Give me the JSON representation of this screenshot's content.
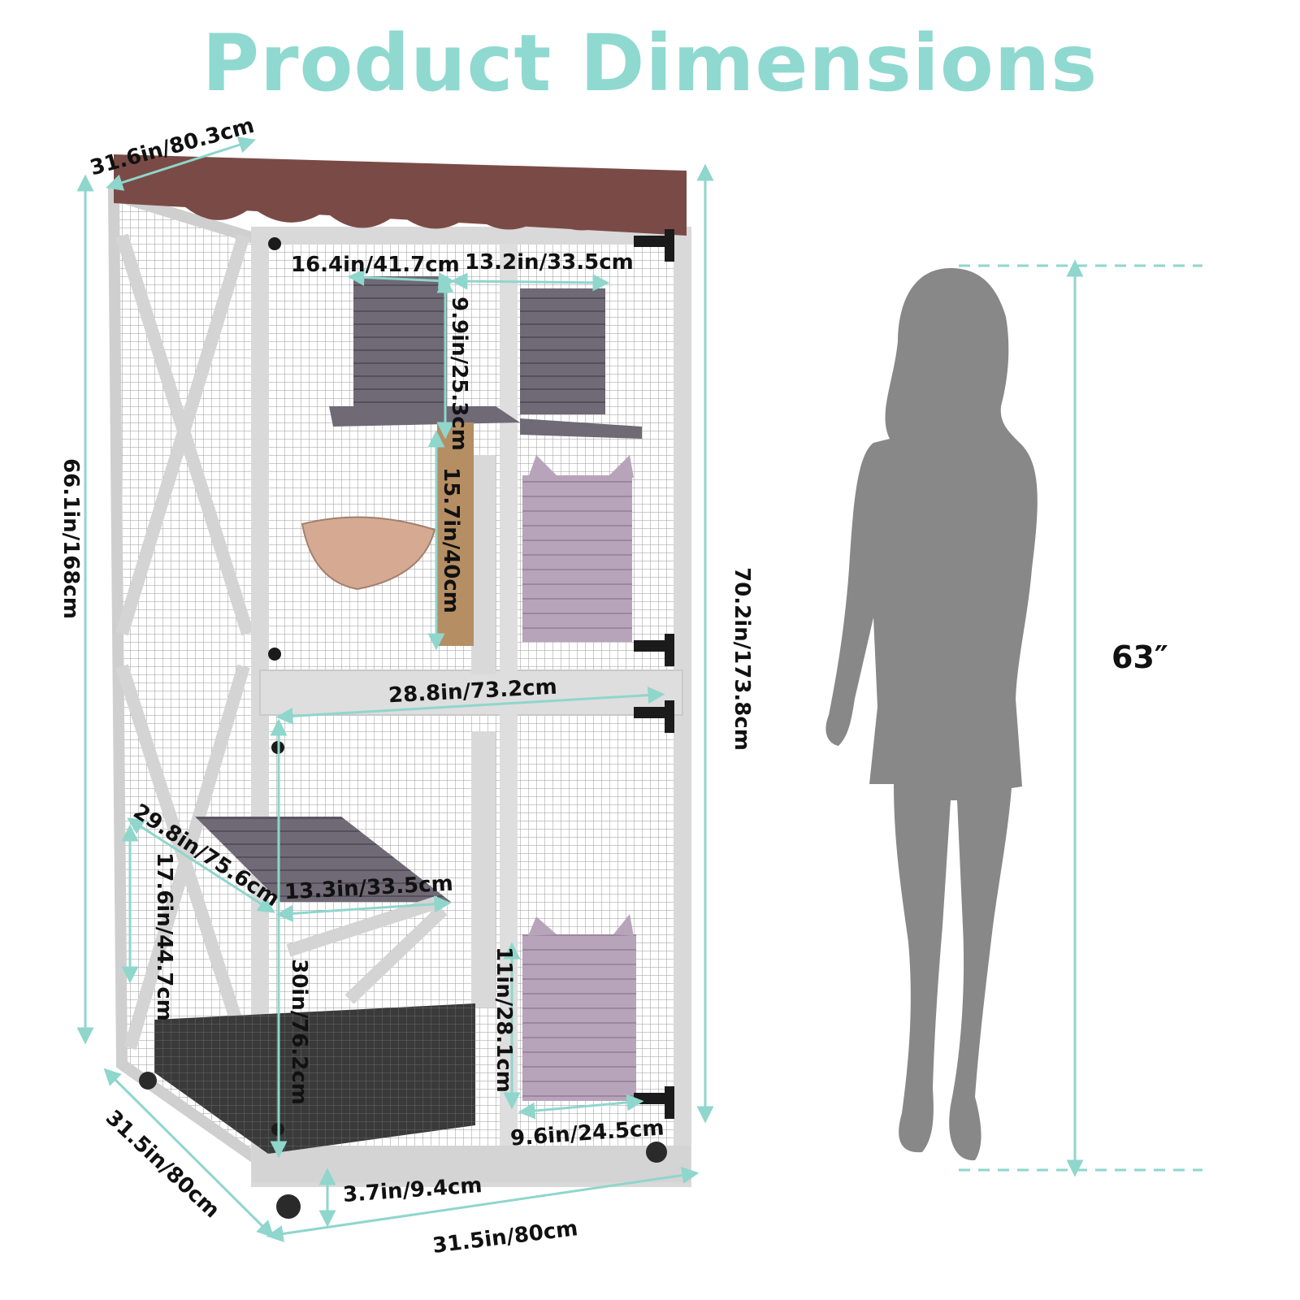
{
  "title": "Product Dimensions",
  "colors": {
    "title": "#8fd9d0",
    "measure": "#8fd6cc",
    "frame": "#d9d9d9",
    "roof": "#7a4b46",
    "shelf": "#6f6a75",
    "door": "#b8a4ba",
    "silhouette": "#888888"
  },
  "dimensions": {
    "top_depth": "31.6in/80.3cm",
    "upper_shelf_left": "16.4in/41.7cm",
    "upper_shelf_right": "13.2in/33.5cm",
    "upper_box_height": "9.9in/25.3cm",
    "post_height": "15.7in/40cm",
    "total_height_left": "66.1in/168cm",
    "total_height_right": "70.2in/173.8cm",
    "middle_width": "28.8in/73.2cm",
    "diag_shelf": "29.8in/75.6cm",
    "lower_shelf_width": "13.3in/33.5cm",
    "lower_shelf_height": "17.6in/44.7cm",
    "lower_height": "30in/76.2cm",
    "door_height": "11in/28.1cm",
    "door_width": "9.6in/24.5cm",
    "wheel_height": "3.7in/9.4cm",
    "bottom_width": "31.5in/80cm",
    "bottom_depth": "31.5in/80cm",
    "person_height": "63″"
  },
  "icons": {
    "product": "cat-enclosure-illustration",
    "person": "person-silhouette-icon"
  }
}
